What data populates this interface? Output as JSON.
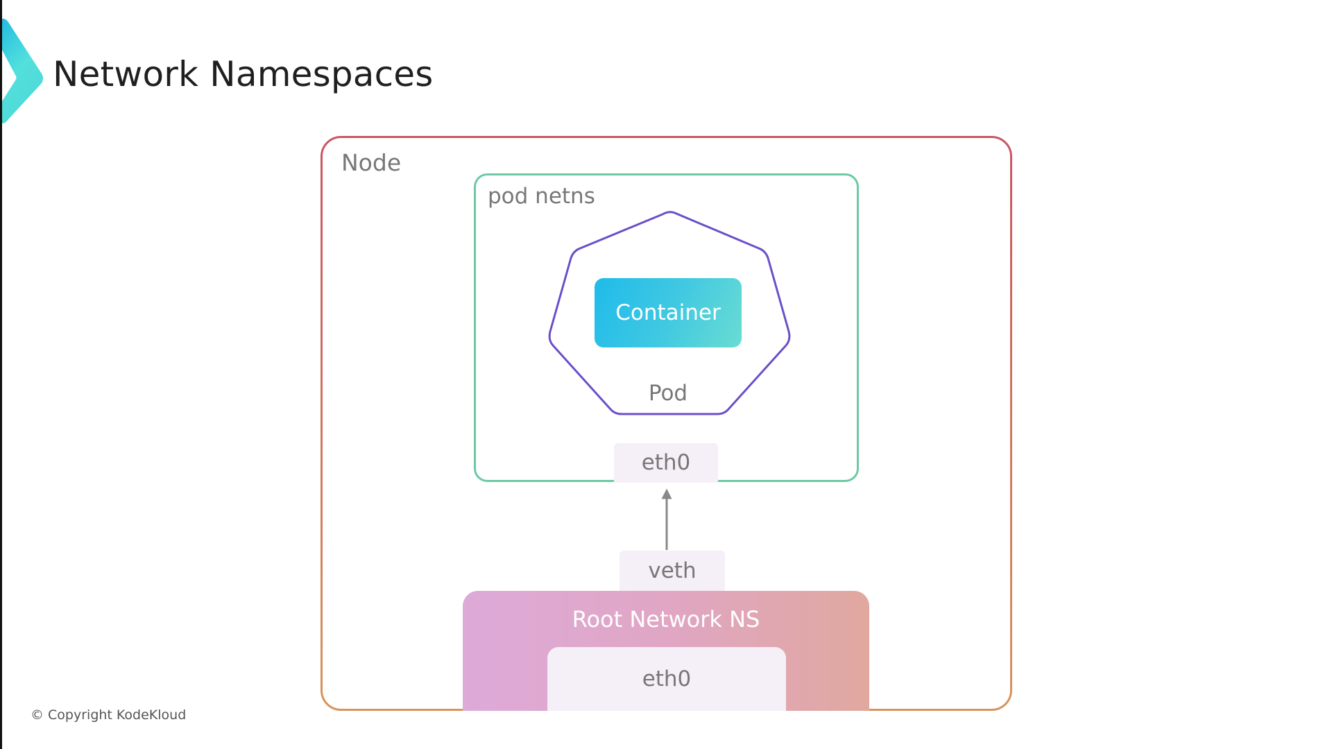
{
  "slide": {
    "title": "Network Namespaces",
    "logo_icon": "kodekloud-chevron-logo",
    "copyright": "© Copyright KodeKloud"
  },
  "diagram": {
    "node": {
      "label": "Node",
      "border_colors": [
        "#c95562",
        "#d8945a"
      ]
    },
    "pod_netns": {
      "label": "pod netns",
      "border_color": "#6cc9a4"
    },
    "pod": {
      "label": "Pod",
      "shape": "heptagon",
      "border_color": "#6a4fc8"
    },
    "container": {
      "label": "Container",
      "gradient": [
        "#1fbbea",
        "#6adcd2"
      ]
    },
    "pod_interface": {
      "label": "eth0"
    },
    "veth": {
      "label": "veth"
    },
    "arrow": {
      "from": "veth",
      "to": "eth0",
      "color": "#888888"
    },
    "root_ns": {
      "label": "Root Network NS",
      "gradient": [
        "#ddaad9",
        "#e0a89e"
      ],
      "interface": {
        "label": "eth0"
      }
    }
  }
}
